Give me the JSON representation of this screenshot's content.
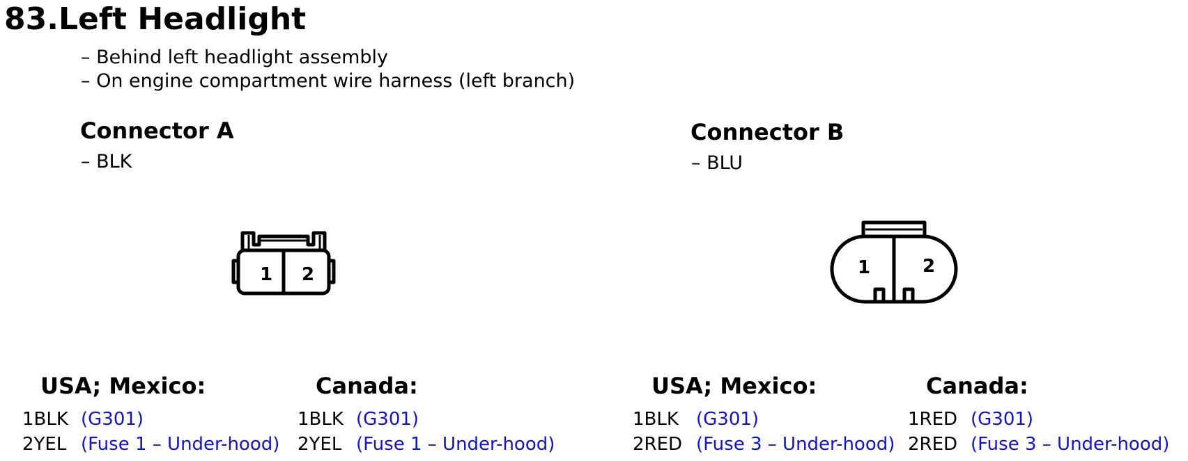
{
  "title": "83.Left Headlight",
  "location": [
    "– Behind left headlight assembly",
    "– On engine compartment wire harness (left branch)"
  ],
  "connectors": [
    {
      "name": "Connector A",
      "color": "– BLK",
      "pin_labels": [
        "1",
        "2"
      ],
      "usa_mexico": {
        "heading": "USA; Mexico:",
        "pins": [
          {
            "wire": "1BLK",
            "dest": "(G301)"
          },
          {
            "wire": "2YEL",
            "dest": "(Fuse 1 – Under-hood)"
          }
        ]
      },
      "canada": {
        "heading": "Canada:",
        "pins": [
          {
            "wire": "1BLK",
            "dest": "(G301)"
          },
          {
            "wire": "2YEL",
            "dest": "(Fuse 1 – Under-hood)"
          }
        ]
      }
    },
    {
      "name": "Connector B",
      "color": "– BLU",
      "pin_labels": [
        "1",
        "2"
      ],
      "usa_mexico": {
        "heading": "USA; Mexico:",
        "pins": [
          {
            "wire": "1BLK",
            "dest": "(G301)"
          },
          {
            "wire": "2RED",
            "dest": "(Fuse 3 – Under-hood)"
          }
        ]
      },
      "canada": {
        "heading": "Canada:",
        "pins": [
          {
            "wire": "1RED",
            "dest": "(G301)"
          },
          {
            "wire": "2RED",
            "dest": "(Fuse 3 – Under-hood)"
          }
        ]
      }
    }
  ],
  "colors": {
    "text": "#000000",
    "link": "#1010e0",
    "background": "#ffffff"
  }
}
